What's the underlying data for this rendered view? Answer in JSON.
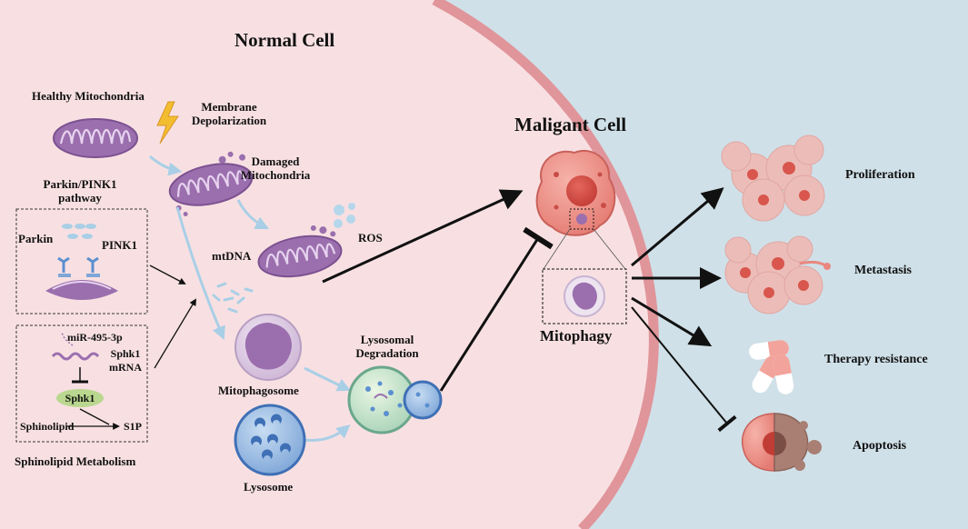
{
  "titles": {
    "normal": "Normal Cell",
    "malignant": "Maligant Cell"
  },
  "labels": {
    "healthy": "Healthy Mitochondria",
    "membrane": [
      "Membrane",
      "Depolarization"
    ],
    "damaged": [
      "Damaged",
      "Mitochondria"
    ],
    "parkin_pathway": [
      "Parkin/PINK1",
      "pathway"
    ],
    "parkin": "Parkin",
    "pink1": "PINK1",
    "ros": "ROS",
    "mtdna": "mtDNA",
    "mir": "miR-495-3p",
    "sphk1_mrna": [
      "Sphk1",
      "mRNA"
    ],
    "sphk1": "Sphk1",
    "sphinolipid": "Sphinolipid",
    "s1p": "S1P",
    "metabolism": "Sphinolipid Metabolism",
    "mitophagosome": "Mitophagosome",
    "lysosomal": [
      "Lysosomal",
      "Degradation"
    ],
    "lysosome": "Lysosome",
    "mitophagy": "Mitophagy"
  },
  "outcomes": [
    {
      "label": "Proliferation",
      "effect": "promote"
    },
    {
      "label": "Metastasis",
      "effect": "promote"
    },
    {
      "label": "Therapy resistance",
      "effect": "promote"
    },
    {
      "label": "Apoptosis",
      "effect": "inhibit"
    }
  ],
  "colors": {
    "normal_cell": "#f8e0e2",
    "membrane": "#e0959a",
    "background": "#cfe0e8",
    "mitochondria": "#9b6fae",
    "tumor": "#e9877f",
    "lysosome": "#5b8fcf",
    "arrow": "#111111",
    "flow_arrow": "#a9cfe6"
  }
}
